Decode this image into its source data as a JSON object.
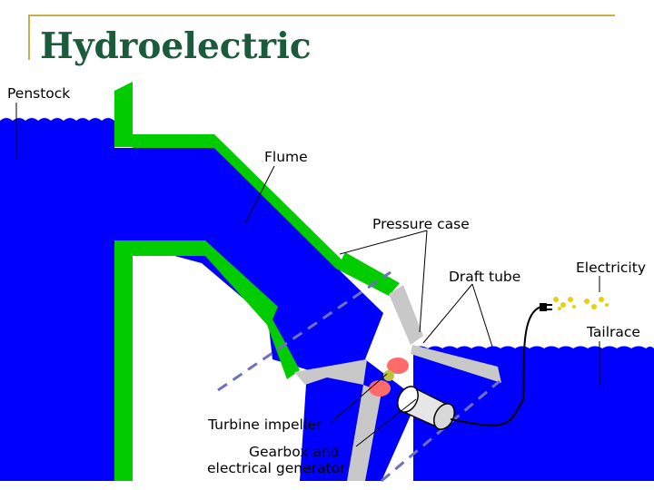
{
  "slide": {
    "title": "Hydroelectric"
  },
  "colors": {
    "water": "#0000ff",
    "structure": "#00cc00",
    "casing": "#c8c8c8",
    "impeller": "#ff6b6b",
    "electricity": "#e6d20a"
  },
  "labels": {
    "penstock": "Penstock",
    "flume": "Flume",
    "pressure_case": "Pressure case",
    "draft_tube": "Draft tube",
    "electricity": "Electricity",
    "tailrace": "Tailrace",
    "turbine_impeller": "Turbine impeller",
    "generator_line1": "Gearbox and",
    "generator_line2": "electrical generator"
  }
}
